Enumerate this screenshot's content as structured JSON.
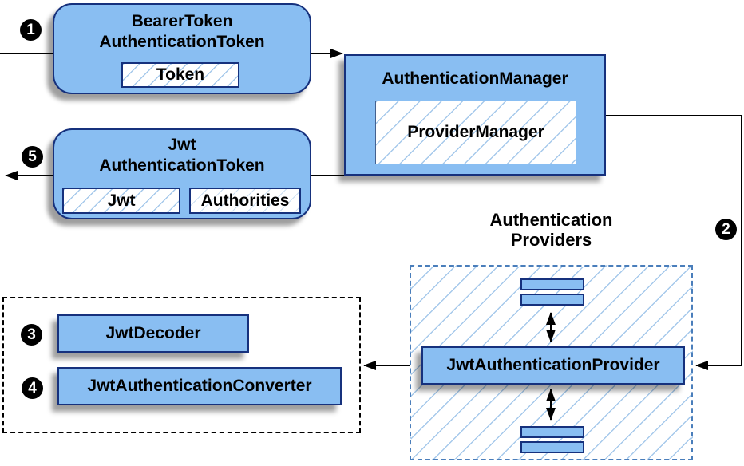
{
  "diagram": {
    "steps": {
      "one": "1",
      "two": "2",
      "three": "3",
      "four": "4",
      "five": "5"
    },
    "bearer_box": {
      "title1": "BearerToken",
      "title2": "AuthenticationToken",
      "token": "Token"
    },
    "auth_manager_box": {
      "title": "AuthenticationManager",
      "inner": "ProviderManager"
    },
    "jwt_box": {
      "title1": "Jwt",
      "title2": "AuthenticationToken",
      "jwt": "Jwt",
      "authorities": "Authorities"
    },
    "providers_group": {
      "title1": "Authentication",
      "title2": "Providers",
      "provider": "JwtAuthenticationProvider"
    },
    "converters_group": {
      "decoder": "JwtDecoder",
      "converter": "JwtAuthenticationConverter"
    }
  },
  "colors": {
    "node_fill": "#89BEF2",
    "node_border": "#16317D",
    "hatch_line": "#A6C9EB",
    "providers_dashed_border": "#4A7EBB",
    "converters_dashed_border": "#000000",
    "connector": "#000000",
    "badge_fill": "#000000",
    "badge_text": "#FFFFFF"
  }
}
